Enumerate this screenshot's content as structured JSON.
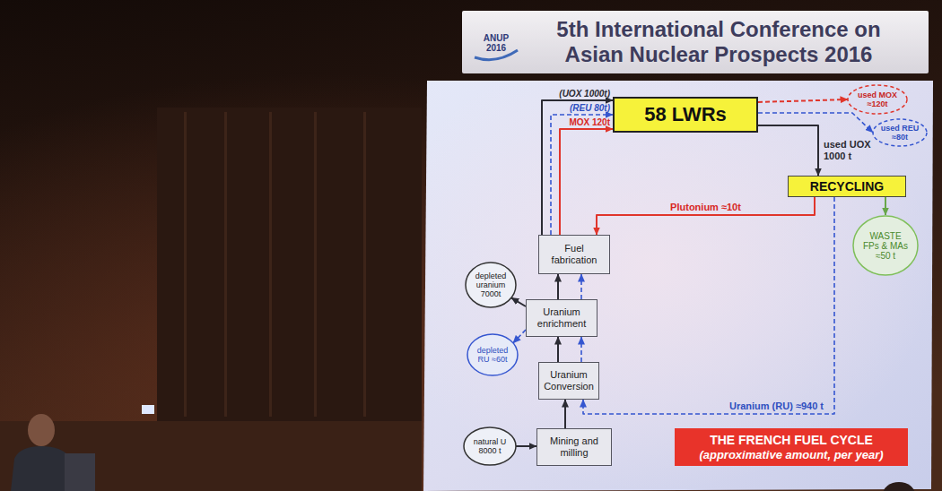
{
  "diagram": {
    "nodes": [
      {
        "text": [
          "5th International Conference on Asian Nuclear Prospects 2016"
        ]
      },
      {
        "text": [
          "ANUP 2016"
        ],
        "in": 0
      },
      {
        "text": [
          "58 LWRs"
        ]
      },
      {
        "text": [
          "used MOX ≈120t"
        ]
      },
      {
        "text": [
          "used REU ≈80t"
        ]
      },
      {
        "text": [
          "RECYCLING"
        ]
      },
      {
        "text": [
          "WASTE FPs & MAs ≈50 t"
        ]
      },
      {
        "text": [
          "Fuel fabrication"
        ]
      },
      {
        "text": [
          "depleted uranium 7000t"
        ]
      },
      {
        "text": [
          "Uranium enrichment"
        ]
      },
      {
        "text": [
          "depleted RU ≈60t"
        ]
      },
      {
        "text": [
          "Uranium Conversion"
        ]
      },
      {
        "text": [
          "natural U 8000 t"
        ]
      },
      {
        "text": [
          "Mining and milling"
        ]
      },
      {
        "text": [
          "THE FRENCH FUEL CYCLE",
          "(approximative amount, per year)"
        ]
      }
    ],
    "edges": [
      {
        "from": 12,
        "to": 13,
        "arrow": "to"
      },
      {
        "from": 13,
        "to": 11,
        "arrow": "to"
      },
      {
        "from": 11,
        "to": 9,
        "arrow": "to"
      },
      {
        "from": 11,
        "to": 9,
        "arrow": "to"
      },
      {
        "from": 9,
        "to": 8,
        "arrow": "to"
      },
      {
        "from": 9,
        "to": 10,
        "arrow": "to"
      },
      {
        "from": 9,
        "to": 7,
        "arrow": "to"
      },
      {
        "from": 9,
        "to": 7,
        "arrow": "to"
      },
      {
        "from": 7,
        "to": 2,
        "label": "(UOX 1000t)",
        "arrow": "to"
      },
      {
        "from": 7,
        "to": 2,
        "label": "(REU 80t)",
        "arrow": "to"
      },
      {
        "from": 7,
        "to": 2,
        "label": "MOX 120t",
        "arrow": "to"
      },
      {
        "from": 2,
        "to": 5,
        "label": "used UOX 1000 t",
        "arrow": "to"
      },
      {
        "from": 2,
        "to": 3,
        "arrow": "to"
      },
      {
        "from": 2,
        "to": 4,
        "arrow": "to"
      },
      {
        "from": 5,
        "to": 7,
        "label": "Plutonium ≈10t",
        "arrow": "to"
      },
      {
        "from": 5,
        "to": 6,
        "arrow": "to"
      },
      {
        "from": 5,
        "to": 11,
        "label": "Uranium (RU) ≈940 t",
        "arrow": "to"
      }
    ]
  }
}
